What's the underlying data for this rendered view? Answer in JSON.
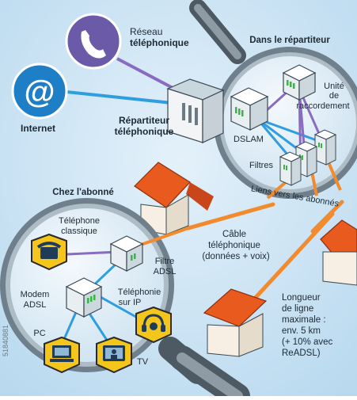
{
  "labels": {
    "reseau_1": "Réseau",
    "reseau_2": "téléphonique",
    "internet": "Internet",
    "repartiteur_1": "Répartiteur",
    "repartiteur_2": "téléphonique",
    "dans_repartiteur": "Dans le répartiteur",
    "unite_1": "Unité",
    "unite_2": "de",
    "unite_3": "raccordement",
    "dslam": "DSLAM",
    "filtres": "Filtres",
    "liens": "Liens vers les abonnés",
    "chez_abonne": "Chez l'abonné",
    "tel_classique_1": "Téléphone",
    "tel_classique_2": "classique",
    "filtre_adsl_1": "Filtre",
    "filtre_adsl_2": "ADSL",
    "modem_1": "Modem",
    "modem_2": "ADSL",
    "tel_ip_1": "Téléphonie",
    "tel_ip_2": "sur IP",
    "pc": "PC",
    "tv": "TV",
    "cable_1": "Câble",
    "cable_2": "téléphonique",
    "cable_3": "(données + voix)",
    "longueur_1": "Longueur",
    "longueur_2": "de ligne",
    "longueur_3": "maximale :",
    "longueur_4": "env. 5 km",
    "longueur_5": "(+ 10% avec",
    "longueur_6": "ReADSL)",
    "watermark_id": "51840881"
  },
  "colors": {
    "sky": "#cfe6f5",
    "lens_rim": "#6f7f8c",
    "lens_glass": "#e7f2fa",
    "phone_circle": "#6a5aa8",
    "internet_circle": "#1e7fc6",
    "roof": "#e85a1e",
    "wall": "#f7efe3",
    "cable_orange": "#f28a2e",
    "link_blue": "#2f9ee0",
    "link_purple": "#8a6bc2",
    "device": "#e9eef1",
    "led_green": "#39b54a",
    "badge_yellow": "#f4c51a",
    "icon_dark": "#1f3b57"
  },
  "icons": [
    "phone-icon",
    "internet-at-icon",
    "telephone-icon",
    "headset-icon",
    "pc-icon",
    "tv-icon"
  ]
}
